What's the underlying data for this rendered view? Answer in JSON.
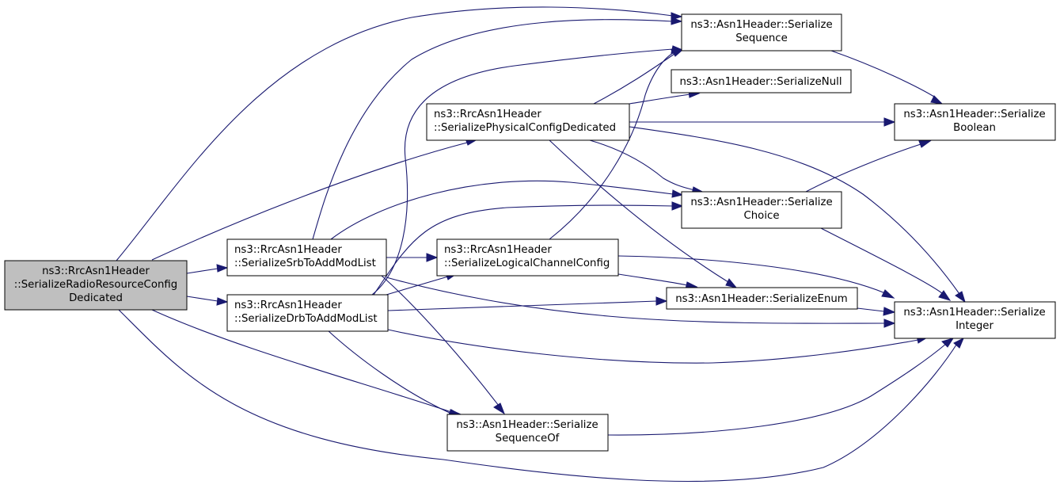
{
  "colors": {
    "edge": "#191970",
    "root_fill": "#bfbfbf",
    "node_fill": "#ffffff",
    "node_border": "#000000"
  },
  "nodes": {
    "radio": {
      "lines": [
        "ns3::RrcAsn1Header",
        "::SerializeRadioResourceConfig",
        "Dedicated"
      ]
    },
    "srb": {
      "lines": [
        "ns3::RrcAsn1Header",
        "::SerializeSrbToAddModList"
      ]
    },
    "drb": {
      "lines": [
        "ns3::RrcAsn1Header",
        "::SerializeDrbToAddModList"
      ]
    },
    "phys": {
      "lines": [
        "ns3::RrcAsn1Header",
        "::SerializePhysicalConfigDedicated"
      ]
    },
    "logch": {
      "lines": [
        "ns3::RrcAsn1Header",
        "::SerializeLogicalChannelConfig"
      ]
    },
    "seqof": {
      "lines": [
        "ns3::Asn1Header::Serialize",
        "SequenceOf"
      ]
    },
    "seq": {
      "lines": [
        "ns3::Asn1Header::Serialize",
        "Sequence"
      ]
    },
    "null": {
      "lines": [
        "ns3::Asn1Header::SerializeNull"
      ]
    },
    "choice": {
      "lines": [
        "ns3::Asn1Header::Serialize",
        "Choice"
      ]
    },
    "enum": {
      "lines": [
        "ns3::Asn1Header::SerializeEnum"
      ]
    },
    "bool": {
      "lines": [
        "ns3::Asn1Header::Serialize",
        "Boolean"
      ]
    },
    "int": {
      "lines": [
        "ns3::Asn1Header::Serialize",
        "Integer"
      ]
    }
  },
  "edges": [
    [
      "radio",
      "seq"
    ],
    [
      "radio",
      "phys"
    ],
    [
      "radio",
      "srb"
    ],
    [
      "radio",
      "drb"
    ],
    [
      "radio",
      "seqof"
    ],
    [
      "radio",
      "int"
    ],
    [
      "srb",
      "seq"
    ],
    [
      "srb",
      "choice"
    ],
    [
      "srb",
      "logch"
    ],
    [
      "srb",
      "seqof"
    ],
    [
      "srb",
      "int"
    ],
    [
      "drb",
      "seq"
    ],
    [
      "drb",
      "choice"
    ],
    [
      "drb",
      "logch"
    ],
    [
      "drb",
      "enum"
    ],
    [
      "drb",
      "seqof"
    ],
    [
      "drb",
      "int"
    ],
    [
      "phys",
      "seq"
    ],
    [
      "phys",
      "null"
    ],
    [
      "phys",
      "bool"
    ],
    [
      "phys",
      "choice"
    ],
    [
      "phys",
      "enum"
    ],
    [
      "phys",
      "int"
    ],
    [
      "logch",
      "seq"
    ],
    [
      "logch",
      "enum"
    ],
    [
      "logch",
      "int"
    ],
    [
      "seq",
      "bool"
    ],
    [
      "choice",
      "bool"
    ],
    [
      "choice",
      "int"
    ],
    [
      "enum",
      "int"
    ],
    [
      "seqof",
      "int"
    ]
  ]
}
